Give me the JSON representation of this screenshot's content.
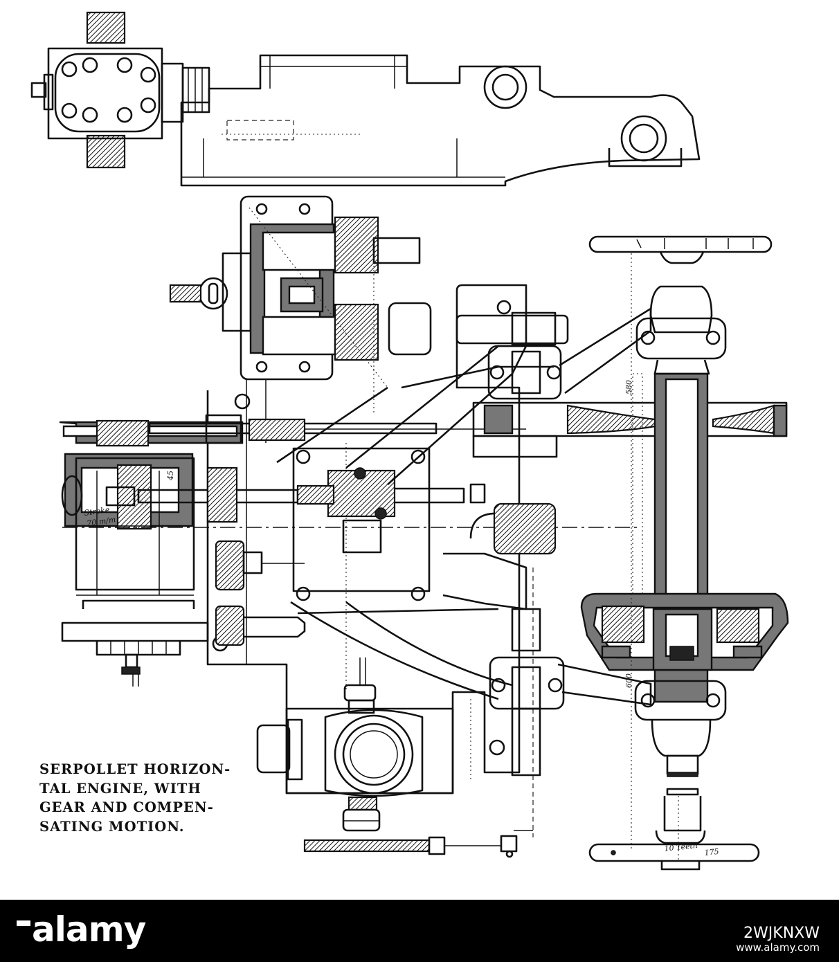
{
  "caption": {
    "lines": [
      "SERPOLLET HORIZON-",
      "TAL ENGINE, WITH",
      "GEAR AND COMPEN-",
      "SATING MOTION."
    ]
  },
  "annotations": {
    "stroke": "Stroke",
    "stroke_value": "70 m/m",
    "dim_45": "45",
    "dim_580": "580",
    "dim_600": "600",
    "teeth": "10 Teeth",
    "teeth_175": "175"
  },
  "footer": {
    "brand": "alamy",
    "image_id": "2WJKNXW",
    "url": "www.alamy.com",
    "background": "#000000",
    "text_color": "#ffffff"
  }
}
